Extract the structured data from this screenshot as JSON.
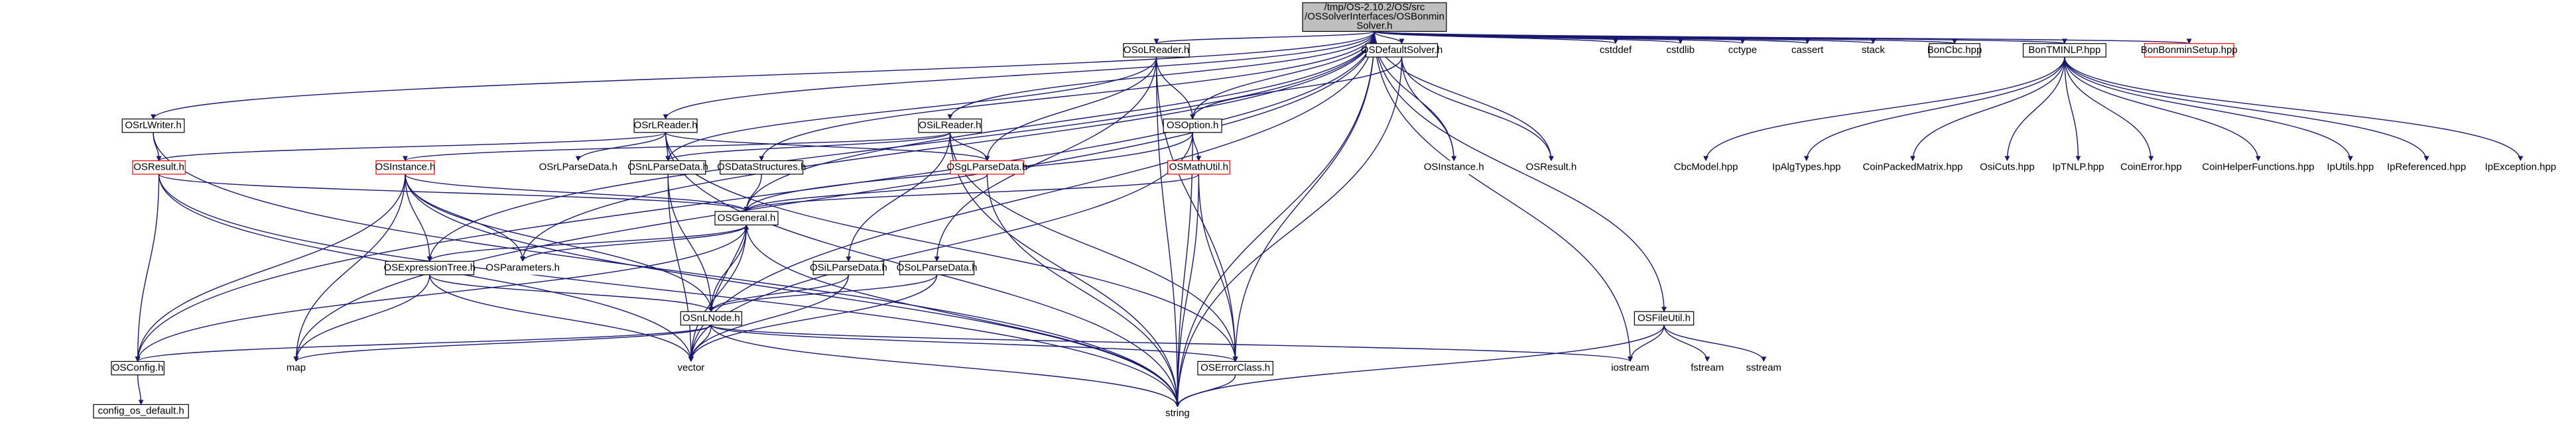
{
  "colors": {
    "edge": "#191970",
    "box_border": "#000000",
    "missing_border": "#ff0000",
    "root_fill": "#bfbfbf",
    "box_fill": "#ffffff",
    "text": "#000000"
  },
  "nodes": [
    {
      "id": "root",
      "lines": [
        "/tmp/OS-2.10.2/OS/src",
        "/OSSolverInterfaces/OSBonmin",
        "Solver.h"
      ],
      "style": "root"
    },
    {
      "id": "oslreader1",
      "lines": [
        "OSoLReader.h"
      ],
      "style": "box"
    },
    {
      "id": "osdefaultsolver",
      "lines": [
        "OSDefaultSolver.h"
      ],
      "style": "box"
    },
    {
      "id": "cstddef",
      "lines": [
        "cstddef"
      ],
      "style": "plain"
    },
    {
      "id": "cstdlib",
      "lines": [
        "cstdlib"
      ],
      "style": "plain"
    },
    {
      "id": "cctype",
      "lines": [
        "cctype"
      ],
      "style": "plain"
    },
    {
      "id": "cassert",
      "lines": [
        "cassert"
      ],
      "style": "plain"
    },
    {
      "id": "stack",
      "lines": [
        "stack"
      ],
      "style": "plain"
    },
    {
      "id": "boncbc",
      "lines": [
        "BonCbc.hpp"
      ],
      "style": "box"
    },
    {
      "id": "bontmnlp",
      "lines": [
        "BonTMINLP.hpp"
      ],
      "style": "box"
    },
    {
      "id": "bonbonminsetup",
      "lines": [
        "BonBonminSetup.hpp"
      ],
      "style": "missing"
    },
    {
      "id": "osrlwriter",
      "lines": [
        "OSrLWriter.h"
      ],
      "style": "box"
    },
    {
      "id": "osrlreader",
      "lines": [
        "OSrLReader.h"
      ],
      "style": "box"
    },
    {
      "id": "osilreader",
      "lines": [
        "OSiLReader.h"
      ],
      "style": "box"
    },
    {
      "id": "osoption",
      "lines": [
        "OSOption.h"
      ],
      "style": "box"
    },
    {
      "id": "osinstance_top",
      "lines": [
        "OSInstance.h"
      ],
      "style": "plain"
    },
    {
      "id": "osresult_top",
      "lines": [
        "OSResult.h"
      ],
      "style": "plain"
    },
    {
      "id": "cbcmodel",
      "lines": [
        "CbcModel.hpp"
      ],
      "style": "plain"
    },
    {
      "id": "ipalgtypes",
      "lines": [
        "IpAlgTypes.hpp"
      ],
      "style": "plain"
    },
    {
      "id": "coinpackedmatrix",
      "lines": [
        "CoinPackedMatrix.hpp"
      ],
      "style": "plain"
    },
    {
      "id": "osicuts",
      "lines": [
        "OsiCuts.hpp"
      ],
      "style": "plain"
    },
    {
      "id": "iptnlp",
      "lines": [
        "IpTNLP.hpp"
      ],
      "style": "plain"
    },
    {
      "id": "coinerror",
      "lines": [
        "CoinError.hpp"
      ],
      "style": "plain"
    },
    {
      "id": "coinhelper",
      "lines": [
        "CoinHelperFunctions.hpp"
      ],
      "style": "plain"
    },
    {
      "id": "iputils",
      "lines": [
        "IpUtils.hpp"
      ],
      "style": "plain"
    },
    {
      "id": "ipreferenced",
      "lines": [
        "IpReferenced.hpp"
      ],
      "style": "plain"
    },
    {
      "id": "ipexception",
      "lines": [
        "IpException.hpp"
      ],
      "style": "plain"
    },
    {
      "id": "osresult_red",
      "lines": [
        "OSResult.h"
      ],
      "style": "missing"
    },
    {
      "id": "osinstance_red",
      "lines": [
        "OSInstance.h"
      ],
      "style": "missing"
    },
    {
      "id": "osrlparsedata",
      "lines": [
        "OSrLParseData.h"
      ],
      "style": "plain"
    },
    {
      "id": "osnlparsedata",
      "lines": [
        "OSnLParseData.h"
      ],
      "style": "box"
    },
    {
      "id": "osdatastructures",
      "lines": [
        "OSDataStructures.h"
      ],
      "style": "box"
    },
    {
      "id": "osgparsedata",
      "lines": [
        "OSgLParseData.h"
      ],
      "style": "missing"
    },
    {
      "id": "osmathutil",
      "lines": [
        "OSMathUtil.h"
      ],
      "style": "missing"
    },
    {
      "id": "osgeneral",
      "lines": [
        "OSGeneral.h"
      ],
      "style": "box"
    },
    {
      "id": "osexpressiontree",
      "lines": [
        "OSExpressionTree.h"
      ],
      "style": "box"
    },
    {
      "id": "osparameters",
      "lines": [
        "OSParameters.h"
      ],
      "style": "plain"
    },
    {
      "id": "osilparsedata",
      "lines": [
        "OSiLParseData.h"
      ],
      "style": "box"
    },
    {
      "id": "osolparsedata",
      "lines": [
        "OSoLParseData.h"
      ],
      "style": "box"
    },
    {
      "id": "osfileutil",
      "lines": [
        "OSFileUtil.h"
      ],
      "style": "box"
    },
    {
      "id": "osnlnode",
      "lines": [
        "OSnLNode.h"
      ],
      "style": "box"
    },
    {
      "id": "osconfig",
      "lines": [
        "OSConfig.h"
      ],
      "style": "box"
    },
    {
      "id": "map",
      "lines": [
        "map"
      ],
      "style": "plain"
    },
    {
      "id": "vector",
      "lines": [
        "vector"
      ],
      "style": "plain"
    },
    {
      "id": "oserrorclass",
      "lines": [
        "OSErrorClass.h"
      ],
      "style": "box"
    },
    {
      "id": "iostream",
      "lines": [
        "iostream"
      ],
      "style": "plain"
    },
    {
      "id": "fstream",
      "lines": [
        "fstream"
      ],
      "style": "plain"
    },
    {
      "id": "sstream",
      "lines": [
        "sstream"
      ],
      "style": "plain"
    },
    {
      "id": "config_os_default",
      "lines": [
        "config_os_default.h"
      ],
      "style": "box"
    },
    {
      "id": "string",
      "lines": [
        "string"
      ],
      "style": "plain"
    }
  ],
  "edges": [
    [
      "root",
      "oslreader1"
    ],
    [
      "root",
      "osdefaultsolver"
    ],
    [
      "root",
      "cstddef"
    ],
    [
      "root",
      "cstdlib"
    ],
    [
      "root",
      "cctype"
    ],
    [
      "root",
      "cassert"
    ],
    [
      "root",
      "stack"
    ],
    [
      "root",
      "boncbc"
    ],
    [
      "root",
      "bontmnlp"
    ],
    [
      "root",
      "bonbonminsetup"
    ],
    [
      "root",
      "osrlwriter"
    ],
    [
      "root",
      "osrlreader"
    ],
    [
      "root",
      "osilreader"
    ],
    [
      "root",
      "osoption"
    ],
    [
      "root",
      "osinstance_top"
    ],
    [
      "root",
      "osresult_top"
    ],
    [
      "root",
      "osdatastructures"
    ],
    [
      "root",
      "osexpressiontree"
    ],
    [
      "root",
      "osparameters"
    ],
    [
      "root",
      "osconfig"
    ],
    [
      "root",
      "map"
    ],
    [
      "root",
      "vector"
    ],
    [
      "root",
      "oserrorclass"
    ],
    [
      "root",
      "string"
    ],
    [
      "root",
      "iostream"
    ],
    [
      "root",
      "osfileutil"
    ],
    [
      "root",
      "osgeneral"
    ],
    [
      "oslreader1",
      "osoption"
    ],
    [
      "oslreader1",
      "osnlparsedata"
    ],
    [
      "oslreader1",
      "osgparsedata"
    ],
    [
      "oslreader1",
      "osolparsedata"
    ],
    [
      "oslreader1",
      "oserrorclass"
    ],
    [
      "oslreader1",
      "string"
    ],
    [
      "osdefaultsolver",
      "osoption"
    ],
    [
      "osdefaultsolver",
      "osinstance_top"
    ],
    [
      "osdefaultsolver",
      "osresult_top"
    ],
    [
      "osdefaultsolver",
      "string"
    ],
    [
      "bontmnlp",
      "cbcmodel"
    ],
    [
      "bontmnlp",
      "ipalgtypes"
    ],
    [
      "bontmnlp",
      "coinpackedmatrix"
    ],
    [
      "bontmnlp",
      "osicuts"
    ],
    [
      "bontmnlp",
      "iptnlp"
    ],
    [
      "bontmnlp",
      "coinerror"
    ],
    [
      "bontmnlp",
      "coinhelper"
    ],
    [
      "bontmnlp",
      "iputils"
    ],
    [
      "bontmnlp",
      "ipreferenced"
    ],
    [
      "bontmnlp",
      "ipexception"
    ],
    [
      "osrlwriter",
      "osresult_red"
    ],
    [
      "osrlwriter",
      "string"
    ],
    [
      "osrlreader",
      "osresult_red"
    ],
    [
      "osrlreader",
      "osrlparsedata"
    ],
    [
      "osrlreader",
      "osnlparsedata"
    ],
    [
      "osrlreader",
      "osgparsedata"
    ],
    [
      "osrlreader",
      "oserrorclass"
    ],
    [
      "osrlreader",
      "string"
    ],
    [
      "osilreader",
      "osinstance_red"
    ],
    [
      "osilreader",
      "osnlparsedata"
    ],
    [
      "osilreader",
      "osgparsedata"
    ],
    [
      "osilreader",
      "osilparsedata"
    ],
    [
      "osilreader",
      "oserrorclass"
    ],
    [
      "osilreader",
      "string"
    ],
    [
      "osoption",
      "osgeneral"
    ],
    [
      "osoption",
      "osmathutil"
    ],
    [
      "osoption",
      "vector"
    ],
    [
      "osoption",
      "string"
    ],
    [
      "osresult_red",
      "osgeneral"
    ],
    [
      "osresult_red",
      "osconfig"
    ],
    [
      "osresult_red",
      "vector"
    ],
    [
      "osresult_red",
      "string"
    ],
    [
      "osinstance_red",
      "osgeneral"
    ],
    [
      "osinstance_red",
      "osexpressiontree"
    ],
    [
      "osinstance_red",
      "osnlnode"
    ],
    [
      "osinstance_red",
      "osparameters"
    ],
    [
      "osinstance_red",
      "osconfig"
    ],
    [
      "osinstance_red",
      "map"
    ],
    [
      "osinstance_red",
      "string"
    ],
    [
      "osnlparsedata",
      "osnlnode"
    ],
    [
      "osnlparsedata",
      "vector"
    ],
    [
      "osdatastructures",
      "osgeneral"
    ],
    [
      "osgparsedata",
      "osgeneral"
    ],
    [
      "osgparsedata",
      "string"
    ],
    [
      "osmathutil",
      "osgeneral"
    ],
    [
      "osmathutil",
      "oserrorclass"
    ],
    [
      "osmathutil",
      "string"
    ],
    [
      "osgeneral",
      "osexpressiontree"
    ],
    [
      "osgeneral",
      "osparameters"
    ],
    [
      "osgeneral",
      "osnlnode"
    ],
    [
      "osgeneral",
      "osconfig"
    ],
    [
      "osgeneral",
      "vector"
    ],
    [
      "osgeneral",
      "string"
    ],
    [
      "osexpressiontree",
      "osnlnode"
    ],
    [
      "osexpressiontree",
      "map"
    ],
    [
      "osexpressiontree",
      "vector"
    ],
    [
      "osilparsedata",
      "osnlnode"
    ],
    [
      "osilparsedata",
      "vector"
    ],
    [
      "osolparsedata",
      "osnlnode"
    ],
    [
      "osolparsedata",
      "vector"
    ],
    [
      "osnlnode",
      "osgeneral"
    ],
    [
      "osnlnode",
      "osconfig"
    ],
    [
      "osnlnode",
      "map"
    ],
    [
      "osnlnode",
      "vector"
    ],
    [
      "osnlnode",
      "oserrorclass"
    ],
    [
      "osnlnode",
      "iostream"
    ],
    [
      "osnlnode",
      "string"
    ],
    [
      "oserrorclass",
      "string"
    ],
    [
      "osfileutil",
      "iostream"
    ],
    [
      "osfileutil",
      "fstream"
    ],
    [
      "osfileutil",
      "sstream"
    ],
    [
      "osfileutil",
      "string"
    ],
    [
      "osconfig",
      "config_os_default"
    ]
  ]
}
